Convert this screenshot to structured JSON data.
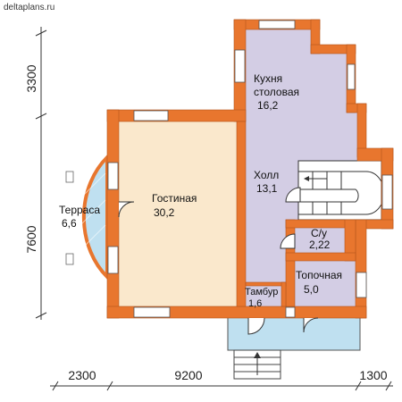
{
  "site": "deltaplans.ru",
  "dimensions": {
    "left_top": "3300",
    "left_bottom": "7600",
    "bottom_left": "2300",
    "bottom_mid": "9200",
    "bottom_right": "1300"
  },
  "rooms": {
    "kitchen": {
      "name1": "Кухня",
      "name2": "столовая",
      "area": "16,2"
    },
    "living": {
      "name": "Гостиная",
      "area": "30,2"
    },
    "hall": {
      "name": "Холл",
      "area": "13,1"
    },
    "terrace": {
      "name": "Терраса",
      "area": "6,6"
    },
    "wc": {
      "name": "С/у",
      "area": "2,22"
    },
    "boiler": {
      "name": "Топочная",
      "area": "5,0"
    },
    "vestibule": {
      "name": "Тамбур",
      "area": "1,6"
    }
  },
  "colors": {
    "wall": "#e8762e",
    "wall_stroke": "#b4541c",
    "living_floor": "#fae8cc",
    "hall_floor": "#d3cde4",
    "terrace_floor": "#bfe0f0",
    "stair_fill": "#ffffff"
  }
}
